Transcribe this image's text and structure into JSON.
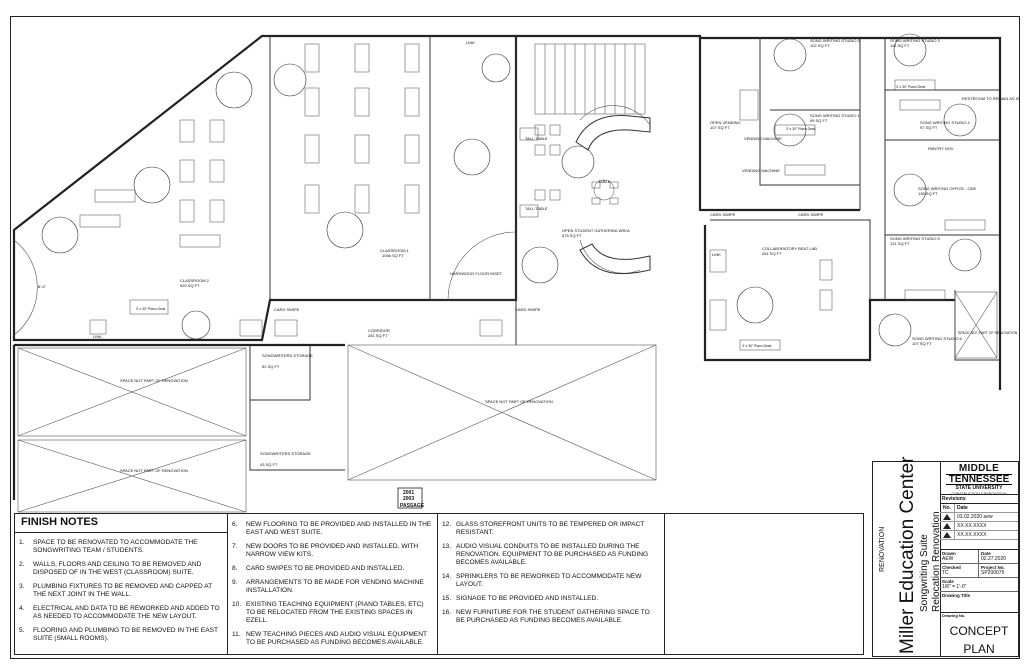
{
  "rooms": {
    "classroom2": {
      "name": "CLASSROOM 2",
      "area": "920 SQ FT"
    },
    "classroom1": {
      "name": "CLASSROOM 1",
      "area": "1056 SQ FT"
    },
    "open_student": {
      "name": "OPEN STUDENT GATHERING AREA",
      "area": "575 SQ FT"
    },
    "open_vending": {
      "name": "OPEN VENDING",
      "area": "107 SQ FT"
    },
    "studio2": {
      "name": "SONG WRITING STUDIO 2",
      "area": "102 SQ FT"
    },
    "studio3": {
      "name": "SONG WRITING STUDIO 3",
      "area": "115 SQ FT"
    },
    "studio1": {
      "name": "SONG WRITING STUDIO 1",
      "area": "99 SQ FT"
    },
    "studio4": {
      "name": "SONG WRITING STUDIO 4",
      "area": "97 SQ FT"
    },
    "restroom": {
      "name": "RESTROOM TO REMAIN AS IS"
    },
    "studio_office": {
      "name": "SONG WRITING OFFICE - ODE",
      "area": "136 SQ FT"
    },
    "studio5": {
      "name": "SONG WRITING STUDIO 5",
      "area": "121 SQ FT"
    },
    "studio6": {
      "name": "SONG WRITING STUDIO 6",
      "area": "107 SQ FT"
    },
    "beat_lab": {
      "name": "COLLABORATORY BEAT LAB",
      "area": "261 SQ FT"
    },
    "corridor": {
      "name": "CORRIDOR",
      "area": "261 SQ FT"
    },
    "storage1": {
      "name": "SONGWRITERS STORAGE",
      "area": "52 SQ FT"
    },
    "storage2": {
      "name": "SONGWRITERS STORAGE",
      "area": "43 SQ FT"
    },
    "passage": {
      "num1": "2001",
      "num2": "2003",
      "name": "PASSAGE"
    }
  },
  "plan_labels": {
    "space_not_part": "SPACE NOT PART OF RENOVATION",
    "link": "LINK",
    "card_swipe": "CARD SWIPE",
    "hardwood": "HARDWOOD FLOOR INSET",
    "tall_table": "TALL TABLE",
    "table": "TABLE",
    "vending": "VENDING MACHINE",
    "pantry": "PANTRY NOV",
    "desk": "3' x 30\" Piano Desk",
    "dim": "8'-0\""
  },
  "finish_notes": {
    "title": "FINISH NOTES",
    "col1": [
      {
        "n": "1.",
        "t": "Space to be renovated to accommodate the songwriting team / students."
      },
      {
        "n": "2.",
        "t": "Walls, floors and ceiling to be removed and disposed of in the west (classroom) suite."
      },
      {
        "n": "3.",
        "t": "Plumbing fixtures to be removed and capped at the next joint in the wall."
      },
      {
        "n": "4.",
        "t": "Electrical and data to be reworked and added to as needed to accommodate the new layout."
      },
      {
        "n": "5.",
        "t": "Flooring and plumbing to be removed in the east suite (small rooms)."
      }
    ],
    "col2": [
      {
        "n": "6.",
        "t": "New flooring to be provided and installed in the east and west suite."
      },
      {
        "n": "7.",
        "t": "New doors to be provided and installed, with narrow view kits."
      },
      {
        "n": "8.",
        "t": "Card swipes to be provided and installed."
      },
      {
        "n": "9.",
        "t": "Arrangements to be made for vending machine installation."
      },
      {
        "n": "10.",
        "t": "Existing teaching equipment (piano tables, etc) to be relocated from the existing spaces in Ezell."
      },
      {
        "n": "11.",
        "t": "New teaching pieces and audio visual equipment to be purchased as funding becomes available."
      }
    ],
    "col3": [
      {
        "n": "12.",
        "t": "Glass storefront units to be tempered or impact resistant."
      },
      {
        "n": "13.",
        "t": "Audio visual conduits to be installed during the renovation. Equipment to be purchased as funding becomes available."
      },
      {
        "n": "14.",
        "t": "Sprinklers to be reworked to accommodate new layout."
      },
      {
        "n": "15.",
        "t": "Signage to be provided and installed."
      },
      {
        "n": "16.",
        "t": "New furniture for the student gathering space to be purchased as funding becomes available."
      }
    ]
  },
  "title_block": {
    "renovation": "RENOVATION",
    "project": "Miller Education Center",
    "subtitle1": "Songwriting Suite",
    "subtitle2": "Relocation Renovation",
    "logo1": "MIDDLE",
    "logo2": "TENNESSEE",
    "logo3": "STATE UNIVERSITY",
    "logo4": "CONSTRUCTION & RENOVATION",
    "revisions_label": "Revisions",
    "rev_no": "No.",
    "rev_date": "Date",
    "revisions": [
      "03.02.2020 aew",
      "XX.XX.XXXX",
      "XX.XX.XXXX"
    ],
    "drawn_label": "Drawn",
    "drawn": "AEW",
    "date_label": "Date",
    "date": "02.27.2020",
    "checked_label": "Checked",
    "checked": "TC",
    "project_no_label": "Project No.",
    "project_no": "SP200075",
    "scale_label": "Scale",
    "scale": "1/8\" = 1'-0\"",
    "drawing_title_label": "Drawing Title",
    "drawing_no_label": "Drawing No.",
    "sheet_name1": "CONCEPT",
    "sheet_name2": "PLAN"
  }
}
